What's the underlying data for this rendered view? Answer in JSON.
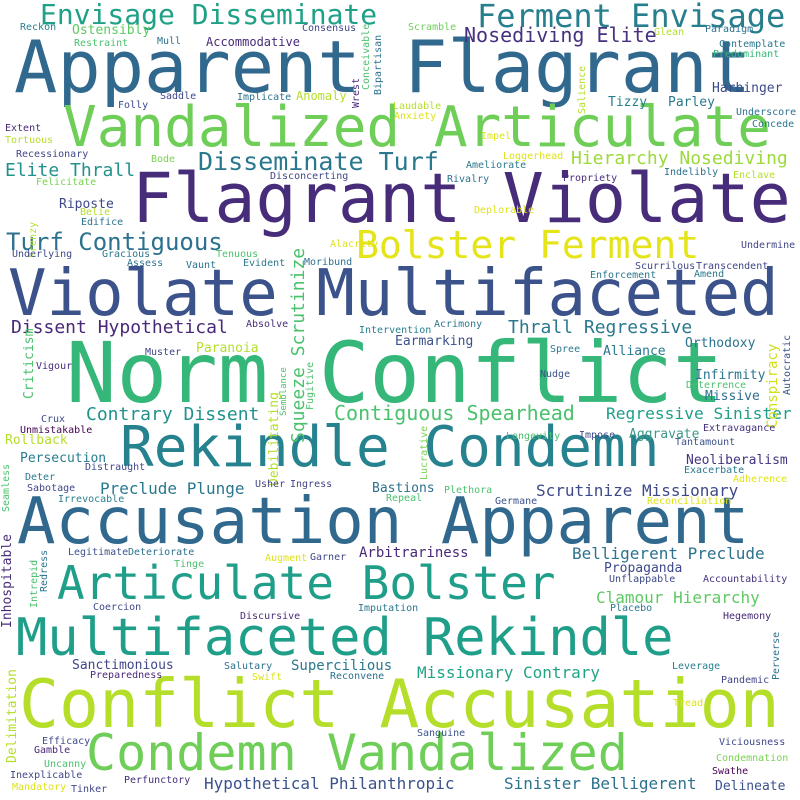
{
  "words": [
    {
      "text": "Norm Conflict",
      "color": "#35b779"
    },
    {
      "text": "Flagrant Violate",
      "color": "#472c7a"
    },
    {
      "text": "Apparent Flagrant",
      "color": "#31688e"
    },
    {
      "text": "Violate Multifaceted",
      "color": "#3b528b"
    },
    {
      "text": "Accusation Apparent",
      "color": "#31688e"
    },
    {
      "text": "Conflict Accusation",
      "color": "#b5de2b"
    },
    {
      "text": "Vandalized Articulate",
      "color": "#6ece58"
    },
    {
      "text": "Rekindle Condemn",
      "color": "#26828e"
    },
    {
      "text": "Condemn Vandalized",
      "color": "#6ece58"
    },
    {
      "text": "Multifaceted Rekindle",
      "color": "#1f9e89"
    },
    {
      "text": "Articulate Bolster",
      "color": "#1f9e89"
    },
    {
      "text": "Bolster Ferment",
      "color": "#e5e419"
    },
    {
      "text": "Envisage Disseminate",
      "color": "#1fa187"
    },
    {
      "text": "Ferment Envisage",
      "color": "#277f8e"
    },
    {
      "text": "Disseminate Turf",
      "color": "#2a788e"
    },
    {
      "text": "Turf Contiguous",
      "color": "#2c718e"
    },
    {
      "text": "Contiguous Spearhead",
      "color": "#4ac16d"
    },
    {
      "text": "Nosediving Elite",
      "color": "#46327e"
    },
    {
      "text": "Hierarchy Nosediving",
      "color": "#9bd93c"
    },
    {
      "text": "Elite Thrall",
      "color": "#21918c"
    },
    {
      "text": "Dissent Hypothetical",
      "color": "#482878"
    },
    {
      "text": "Thrall Regressive",
      "color": "#2a788e"
    },
    {
      "text": "Contrary Dissent",
      "color": "#21918c"
    },
    {
      "text": "Regressive Sinister",
      "color": "#1f9e89"
    },
    {
      "text": "Preclude Plunge",
      "color": "#2a788e"
    },
    {
      "text": "Scrutinize Missionary",
      "color": "#3e4989"
    },
    {
      "text": "Belligerent Preclude",
      "color": "#2c718e"
    },
    {
      "text": "Clamour Hierarchy",
      "color": "#5ec962"
    },
    {
      "text": "Missionary Contrary",
      "color": "#20a386"
    },
    {
      "text": "Hypothetical Philanthropic",
      "color": "#3b528b"
    },
    {
      "text": "Sinister Belligerent",
      "color": "#2c728e"
    },
    {
      "text": "Squeeze Scrutinize",
      "color": "#4ac16d"
    },
    {
      "text": "Debilitating",
      "color": "#b5de2b"
    },
    {
      "text": "Conspiracy",
      "color": "#d0e11c"
    },
    {
      "text": "Earmarking",
      "color": "#3b528b"
    },
    {
      "text": "Arbitrariness",
      "color": "#482878"
    },
    {
      "text": "Propaganda",
      "color": "#3e4989"
    },
    {
      "text": "Supercilious",
      "color": "#2a788e"
    },
    {
      "text": "Sanctimonious",
      "color": "#404688"
    },
    {
      "text": "Persecution",
      "color": "#287c8e"
    },
    {
      "text": "Paranoia",
      "color": "#b5de2b"
    },
    {
      "text": "Rollback",
      "color": "#b5de2b"
    },
    {
      "text": "Riposte",
      "color": "#3e4989"
    },
    {
      "text": "Bastions",
      "color": "#2c718e"
    },
    {
      "text": "Aggravate",
      "color": "#3e9a8a"
    },
    {
      "text": "Orthodoxy",
      "color": "#2c728e"
    },
    {
      "text": "Infirmity",
      "color": "#2a768e"
    },
    {
      "text": "Missive",
      "color": "#2d708e"
    },
    {
      "text": "Alliance",
      "color": "#2a788e"
    },
    {
      "text": "Neoliberalism",
      "color": "#453581"
    },
    {
      "text": "Ostensibly",
      "color": "#5ec962"
    },
    {
      "text": "Accommodative",
      "color": "#472c7a"
    },
    {
      "text": "Harbinger",
      "color": "#3e4989"
    },
    {
      "text": "Tizzy",
      "color": "#26828e"
    },
    {
      "text": "Parley",
      "color": "#2a788e"
    },
    {
      "text": "Anomaly",
      "color": "#b5de2b"
    },
    {
      "text": "Criticism",
      "color": "#4ac16d"
    },
    {
      "text": "Inhospitable",
      "color": "#472c7a"
    },
    {
      "text": "Delimitation",
      "color": "#b5de2b"
    },
    {
      "text": "Vigour",
      "color": "#472c7a"
    },
    {
      "text": "Muster",
      "color": "#404688"
    },
    {
      "text": "Crux",
      "color": "#3e4989"
    },
    {
      "text": "Unmistakable",
      "color": "#440154"
    },
    {
      "text": "Distraught",
      "color": "#3e4989"
    },
    {
      "text": "Deter",
      "color": "#2a788e"
    },
    {
      "text": "Sabotage",
      "color": "#404688"
    },
    {
      "text": "Irrevocable",
      "color": "#27808e"
    },
    {
      "text": "Usher",
      "color": "#404688"
    },
    {
      "text": "Ingress",
      "color": "#404688"
    },
    {
      "text": "Lucrative",
      "color": "#7ad151"
    },
    {
      "text": "Plethora",
      "color": "#4ac16d"
    },
    {
      "text": "Repeal",
      "color": "#4ac16d"
    },
    {
      "text": "Germane",
      "color": "#3b528b"
    },
    {
      "text": "Reconciliation",
      "color": "#dde318"
    },
    {
      "text": "Adherence",
      "color": "#dde318"
    },
    {
      "text": "Exacerbate",
      "color": "#2a788e"
    },
    {
      "text": "Tantamount",
      "color": "#3b528b"
    },
    {
      "text": "Extravagance",
      "color": "#46327e"
    },
    {
      "text": "Deterrence",
      "color": "#4ac16d"
    },
    {
      "text": "Autocratic",
      "color": "#3b528b"
    },
    {
      "text": "Spree",
      "color": "#2a788e"
    },
    {
      "text": "Nudge",
      "color": "#3b528b"
    },
    {
      "text": "Acrimony",
      "color": "#2a788e"
    },
    {
      "text": "Intervention",
      "color": "#277f8e"
    },
    {
      "text": "Absolve",
      "color": "#472c7a"
    },
    {
      "text": "Fugitive",
      "color": "#4ac16d"
    },
    {
      "text": "Semblance",
      "color": "#4ac16d"
    },
    {
      "text": "Longevity",
      "color": "#4ac16d"
    },
    {
      "text": "Impose",
      "color": "#3e4989"
    },
    {
      "text": "Legitimate",
      "color": "#3b528b"
    },
    {
      "text": "Deteriorate",
      "color": "#2c718e"
    },
    {
      "text": "Intrepid",
      "color": "#4ac16d"
    },
    {
      "text": "Redress",
      "color": "#2c718e"
    },
    {
      "text": "Tinge",
      "color": "#4ac16d"
    },
    {
      "text": "Augment",
      "color": "#dde318"
    },
    {
      "text": "Garner",
      "color": "#404688"
    },
    {
      "text": "Coercion",
      "color": "#3e4989"
    },
    {
      "text": "Imputation",
      "color": "#2a788e"
    },
    {
      "text": "Discursive",
      "color": "#472c7a"
    },
    {
      "text": "Unflappable",
      "color": "#3e4989"
    },
    {
      "text": "Accountability",
      "color": "#46327e"
    },
    {
      "text": "Placebo",
      "color": "#2a788e"
    },
    {
      "text": "Hegemony",
      "color": "#482878"
    },
    {
      "text": "Leverage",
      "color": "#277f8e"
    },
    {
      "text": "Perverse",
      "color": "#2c718e"
    },
    {
      "text": "Pandemic",
      "color": "#404688"
    },
    {
      "text": "Salutary",
      "color": "#2c718e"
    },
    {
      "text": "Swift",
      "color": "#dde318"
    },
    {
      "text": "Reconvene",
      "color": "#2c718e"
    },
    {
      "text": "Preparedness",
      "color": "#482878"
    },
    {
      "text": "Tread",
      "color": "#dde318"
    },
    {
      "text": "Efficacy",
      "color": "#3e4989"
    },
    {
      "text": "Gamble",
      "color": "#482878"
    },
    {
      "text": "Sanguine",
      "color": "#3b528b"
    },
    {
      "text": "Viciousness",
      "color": "#404688"
    },
    {
      "text": "Condemnation",
      "color": "#7ad151"
    },
    {
      "text": "Uncanny",
      "color": "#4ac16d"
    },
    {
      "text": "Inexplicable",
      "color": "#404688"
    },
    {
      "text": "Mandatory",
      "color": "#dde318"
    },
    {
      "text": "Tinker",
      "color": "#404688"
    },
    {
      "text": "Perfunctory",
      "color": "#472c7a"
    },
    {
      "text": "Swathe",
      "color": "#440154"
    },
    {
      "text": "Delineate",
      "color": "#3b528b"
    },
    {
      "text": "Seamless",
      "color": "#4ac16d"
    },
    {
      "text": "Reckon",
      "color": "#277f8e"
    },
    {
      "text": "Restraint",
      "color": "#4ac16d"
    },
    {
      "text": "Mull",
      "color": "#2c718e"
    },
    {
      "text": "Consensus",
      "color": "#404688"
    },
    {
      "text": "Scramble",
      "color": "#6ece58"
    },
    {
      "text": "Glean",
      "color": "#b5de2b"
    },
    {
      "text": "Paradigm",
      "color": "#2c718e"
    },
    {
      "text": "Contemplate",
      "color": "#2a788e"
    },
    {
      "text": "Predominant",
      "color": "#35b779"
    },
    {
      "text": "Underscore",
      "color": "#2c718e"
    },
    {
      "text": "Concede",
      "color": "#2a788e"
    },
    {
      "text": "Folly",
      "color": "#3e4989"
    },
    {
      "text": "Saddle",
      "color": "#3e4989"
    },
    {
      "text": "Implicate",
      "color": "#2c718e"
    },
    {
      "text": "Conceivable",
      "color": "#4ac16d"
    },
    {
      "text": "Wrest",
      "color": "#482878"
    },
    {
      "text": "Bipartisan",
      "color": "#2c718e"
    },
    {
      "text": "Salience",
      "color": "#b5de2b"
    },
    {
      "text": "Laudable",
      "color": "#b5de2b"
    },
    {
      "text": "Anxiety",
      "color": "#dde318"
    },
    {
      "text": "Extent",
      "color": "#482878"
    },
    {
      "text": "Tortuous",
      "color": "#b5de2b"
    },
    {
      "text": "Recessionary",
      "color": "#404688"
    },
    {
      "text": "Bode",
      "color": "#7ad151"
    },
    {
      "text": "Impel",
      "color": "#dde318"
    },
    {
      "text": "Loggerhead",
      "color": "#dde318"
    },
    {
      "text": "Ameliorate",
      "color": "#2a788e"
    },
    {
      "text": "Rivalry",
      "color": "#2c718e"
    },
    {
      "text": "Disconcerting",
      "color": "#404688"
    },
    {
      "text": "Propriety",
      "color": "#472c7a"
    },
    {
      "text": "Indelibly",
      "color": "#2c718e"
    },
    {
      "text": "Enclave",
      "color": "#b5de2b"
    },
    {
      "text": "Felicitate",
      "color": "#7ad151"
    },
    {
      "text": "Deplorable",
      "color": "#dde318"
    },
    {
      "text": "Frenzy",
      "color": "#b5de2b"
    },
    {
      "text": "Belie",
      "color": "#b5de2b"
    },
    {
      "text": "Edifice",
      "color": "#2c718e"
    },
    {
      "text": "Alacrity",
      "color": "#dde318"
    },
    {
      "text": "Moribund",
      "color": "#2c718e"
    },
    {
      "text": "Underlying",
      "color": "#3e4989"
    },
    {
      "text": "Gracious",
      "color": "#2a788e"
    },
    {
      "text": "Tenuous",
      "color": "#4ac16d"
    },
    {
      "text": "Assess",
      "color": "#2c718e"
    },
    {
      "text": "Vaunt",
      "color": "#2c718e"
    },
    {
      "text": "Evident",
      "color": "#2a788e"
    },
    {
      "text": "Undermine",
      "color": "#404688"
    },
    {
      "text": "Scurrilous",
      "color": "#404688"
    },
    {
      "text": "Transcendent",
      "color": "#404688"
    },
    {
      "text": "Amend",
      "color": "#2a788e"
    },
    {
      "text": "Enforcement",
      "color": "#2a788e"
    }
  ]
}
